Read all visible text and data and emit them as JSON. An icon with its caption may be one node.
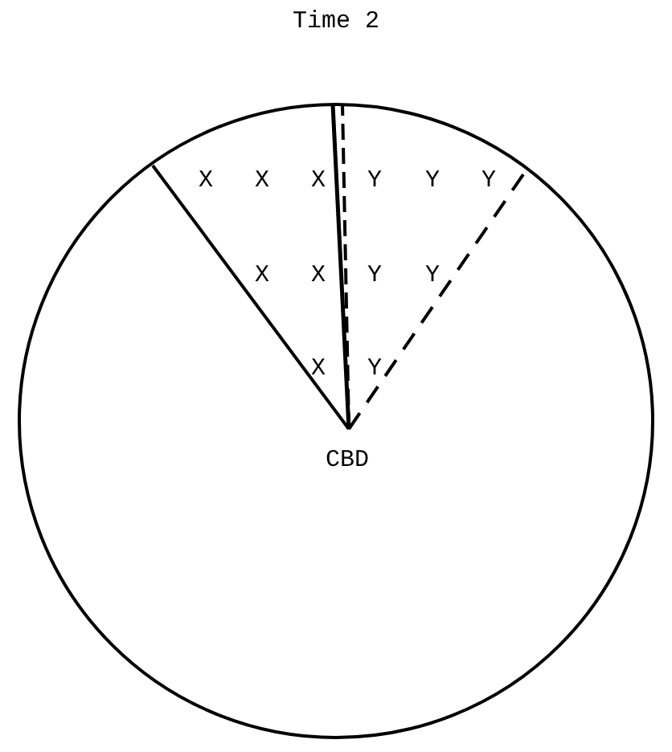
{
  "diagram": {
    "title": "Time 2",
    "labels": [
      "X",
      "X",
      "X",
      "Y",
      "Y",
      "Y",
      "X",
      "X",
      "Y",
      "Y",
      "X",
      "Y",
      "CBD"
    ]
  }
}
